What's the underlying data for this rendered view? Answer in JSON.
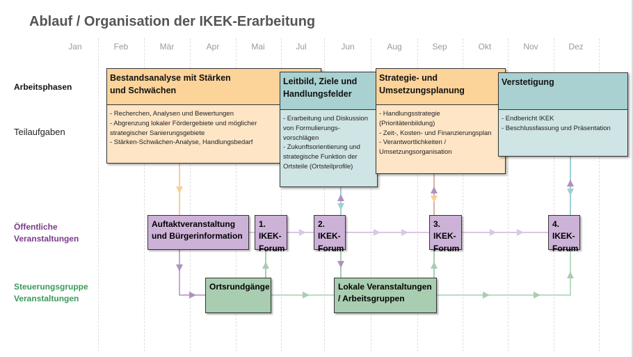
{
  "title": "Ablauf / Organisation der IKEK-Erarbeitung",
  "months": [
    "Jan",
    "Feb",
    "Mär",
    "Apr",
    "Mai",
    "Jul",
    "Jun",
    "Aug",
    "Sep",
    "Okt",
    "Nov",
    "Dez"
  ],
  "row_labels": {
    "phases": "Arbeitsphasen",
    "tasks": "Teilaufgaben",
    "public": "Öffentliche Veranstaltungen",
    "steering": "Steuerungsgruppe Veranstaltungen"
  },
  "phases": [
    {
      "title": "Bestandsanalyse mit Stärken und Schwächen",
      "tasks": "- Recherchen, Analysen und Bewertungen\n- Abgrenzung lokaler Fördergebiete und möglicher\n  strategischer Sanierungsgebiete\n- Stärken-Schwächen-Analyse, Handlungsbedarf"
    },
    {
      "title": "Leitbild, Ziele und Handlungsfelder",
      "tasks": "- Erarbeitung und Diskussion\n  von Formulierungs-\n  vorschlägen\n- Zukunftsorientierung und\n  strategische Funktion der\n  Ortsteile (Ortsteilprofile)"
    },
    {
      "title": "Strategie- und Umsetzungsplanung",
      "tasks": "- Handlungsstrategie\n  (Prioritätenbildung)\n- Zeit-, Kosten- und Finanzierungsplan\n- Verantwortlichkeiten /\n  Umsetzungsorganisation"
    },
    {
      "title": "Verstetigung",
      "tasks": "- Endbericht IKEK\n- Beschlussfassung und Präsentation"
    }
  ],
  "public_events": [
    "Auftaktveranstaltung und Bürgerinformation",
    "1. IKEK-Forum",
    "2. IKEK-Forum",
    "3. IKEK-Forum",
    "4. IKEK-Forum"
  ],
  "steering_events": [
    "Ortsrundgänge",
    "Lokale Veranstaltungen / Arbeitsgruppen"
  ],
  "colors": {
    "orange_head": "#fcd399",
    "orange_body": "#fde5c6",
    "teal_head": "#a9d1d1",
    "teal_body": "#cfe4e4",
    "purple": "#cdb2d8",
    "green": "#a8cdb0",
    "purple_text": "#7a3a8a",
    "green_text": "#3a9a5a"
  }
}
